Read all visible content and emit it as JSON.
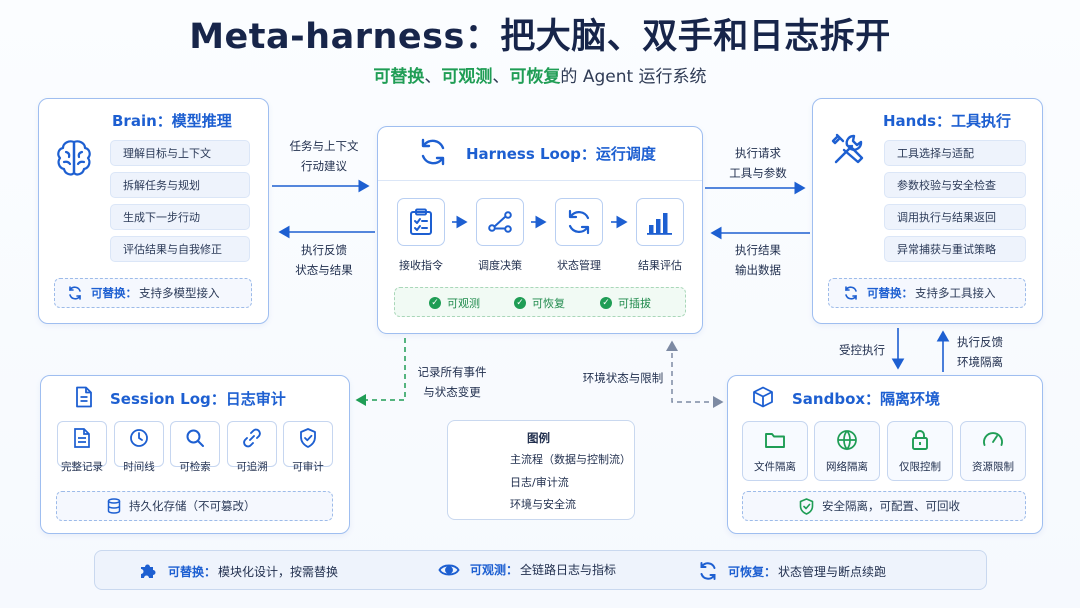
{
  "title": "Meta-harness：把大脑、双手和日志拆开",
  "subtitle": {
    "g1": "可替换",
    "s1": "、",
    "g2": "可观测",
    "s2": "、",
    "g3": "可恢复",
    "rest": "的 Agent 运行系统"
  },
  "brain": {
    "title": "Brain：模型推理",
    "items": [
      "理解目标与上下文",
      "拆解任务与规划",
      "生成下一步行动",
      "评估结果与自我修正"
    ],
    "footer_strong": "可替换：",
    "footer_text": "支持多模型接入"
  },
  "harness": {
    "title": "Harness Loop：运行调度",
    "steps": [
      "接收指令",
      "调度决策",
      "状态管理",
      "结果评估"
    ],
    "checks": [
      "可观测",
      "可恢复",
      "可插拔"
    ]
  },
  "hands": {
    "title": "Hands：工具执行",
    "items": [
      "工具选择与适配",
      "参数校验与安全检查",
      "调用执行与结果返回",
      "异常捕获与重试策略"
    ],
    "footer_strong": "可替换：",
    "footer_text": "支持多工具接入"
  },
  "session": {
    "title": "Session Log：日志审计",
    "tiles": [
      "完整记录",
      "时间线",
      "可检索",
      "可追溯",
      "可审计"
    ],
    "footer_text": "持久化存储（不可篡改）"
  },
  "sandbox": {
    "title": "Sandbox：隔离环境",
    "tiles": [
      "文件隔离",
      "网络隔离",
      "仅限控制",
      "资源限制"
    ],
    "footer_text": "安全隔离，可配置、可回收"
  },
  "flows": {
    "brain_to_harness": [
      "任务与上下文",
      "行动建议"
    ],
    "harness_to_brain": [
      "执行反馈",
      "状态与结果"
    ],
    "harness_to_hands": [
      "执行请求",
      "工具与参数"
    ],
    "hands_to_harness": [
      "执行结果",
      "输出数据"
    ],
    "hands_to_sandbox": "受控执行",
    "sandbox_to_hands": [
      "执行反馈",
      "环境隔离"
    ],
    "harness_to_log": [
      "记录所有事件",
      "与状态变更"
    ],
    "env_state": "环境状态与限制"
  },
  "legend": {
    "title": "图例",
    "items": [
      "主流程（数据与控制流）",
      "日志/审计流",
      "环境与安全流"
    ]
  },
  "bottom": [
    {
      "strong": "可替换：",
      "text": "模块化设计，按需替换"
    },
    {
      "strong": "可观测：",
      "text": "全链路日志与指标"
    },
    {
      "strong": "可恢复：",
      "text": "状态管理与断点续跑"
    }
  ],
  "colors": {
    "primary": "#1d5fd1",
    "green": "#1f9d55",
    "gray_arrow": "#7d8aa3",
    "border": "#9fbef0"
  },
  "icons": {
    "brain": "brain-icon",
    "harness": "refresh-cycle-icon",
    "hands": "tools-icon",
    "session": "document-icon",
    "sandbox": "cube-icon"
  }
}
